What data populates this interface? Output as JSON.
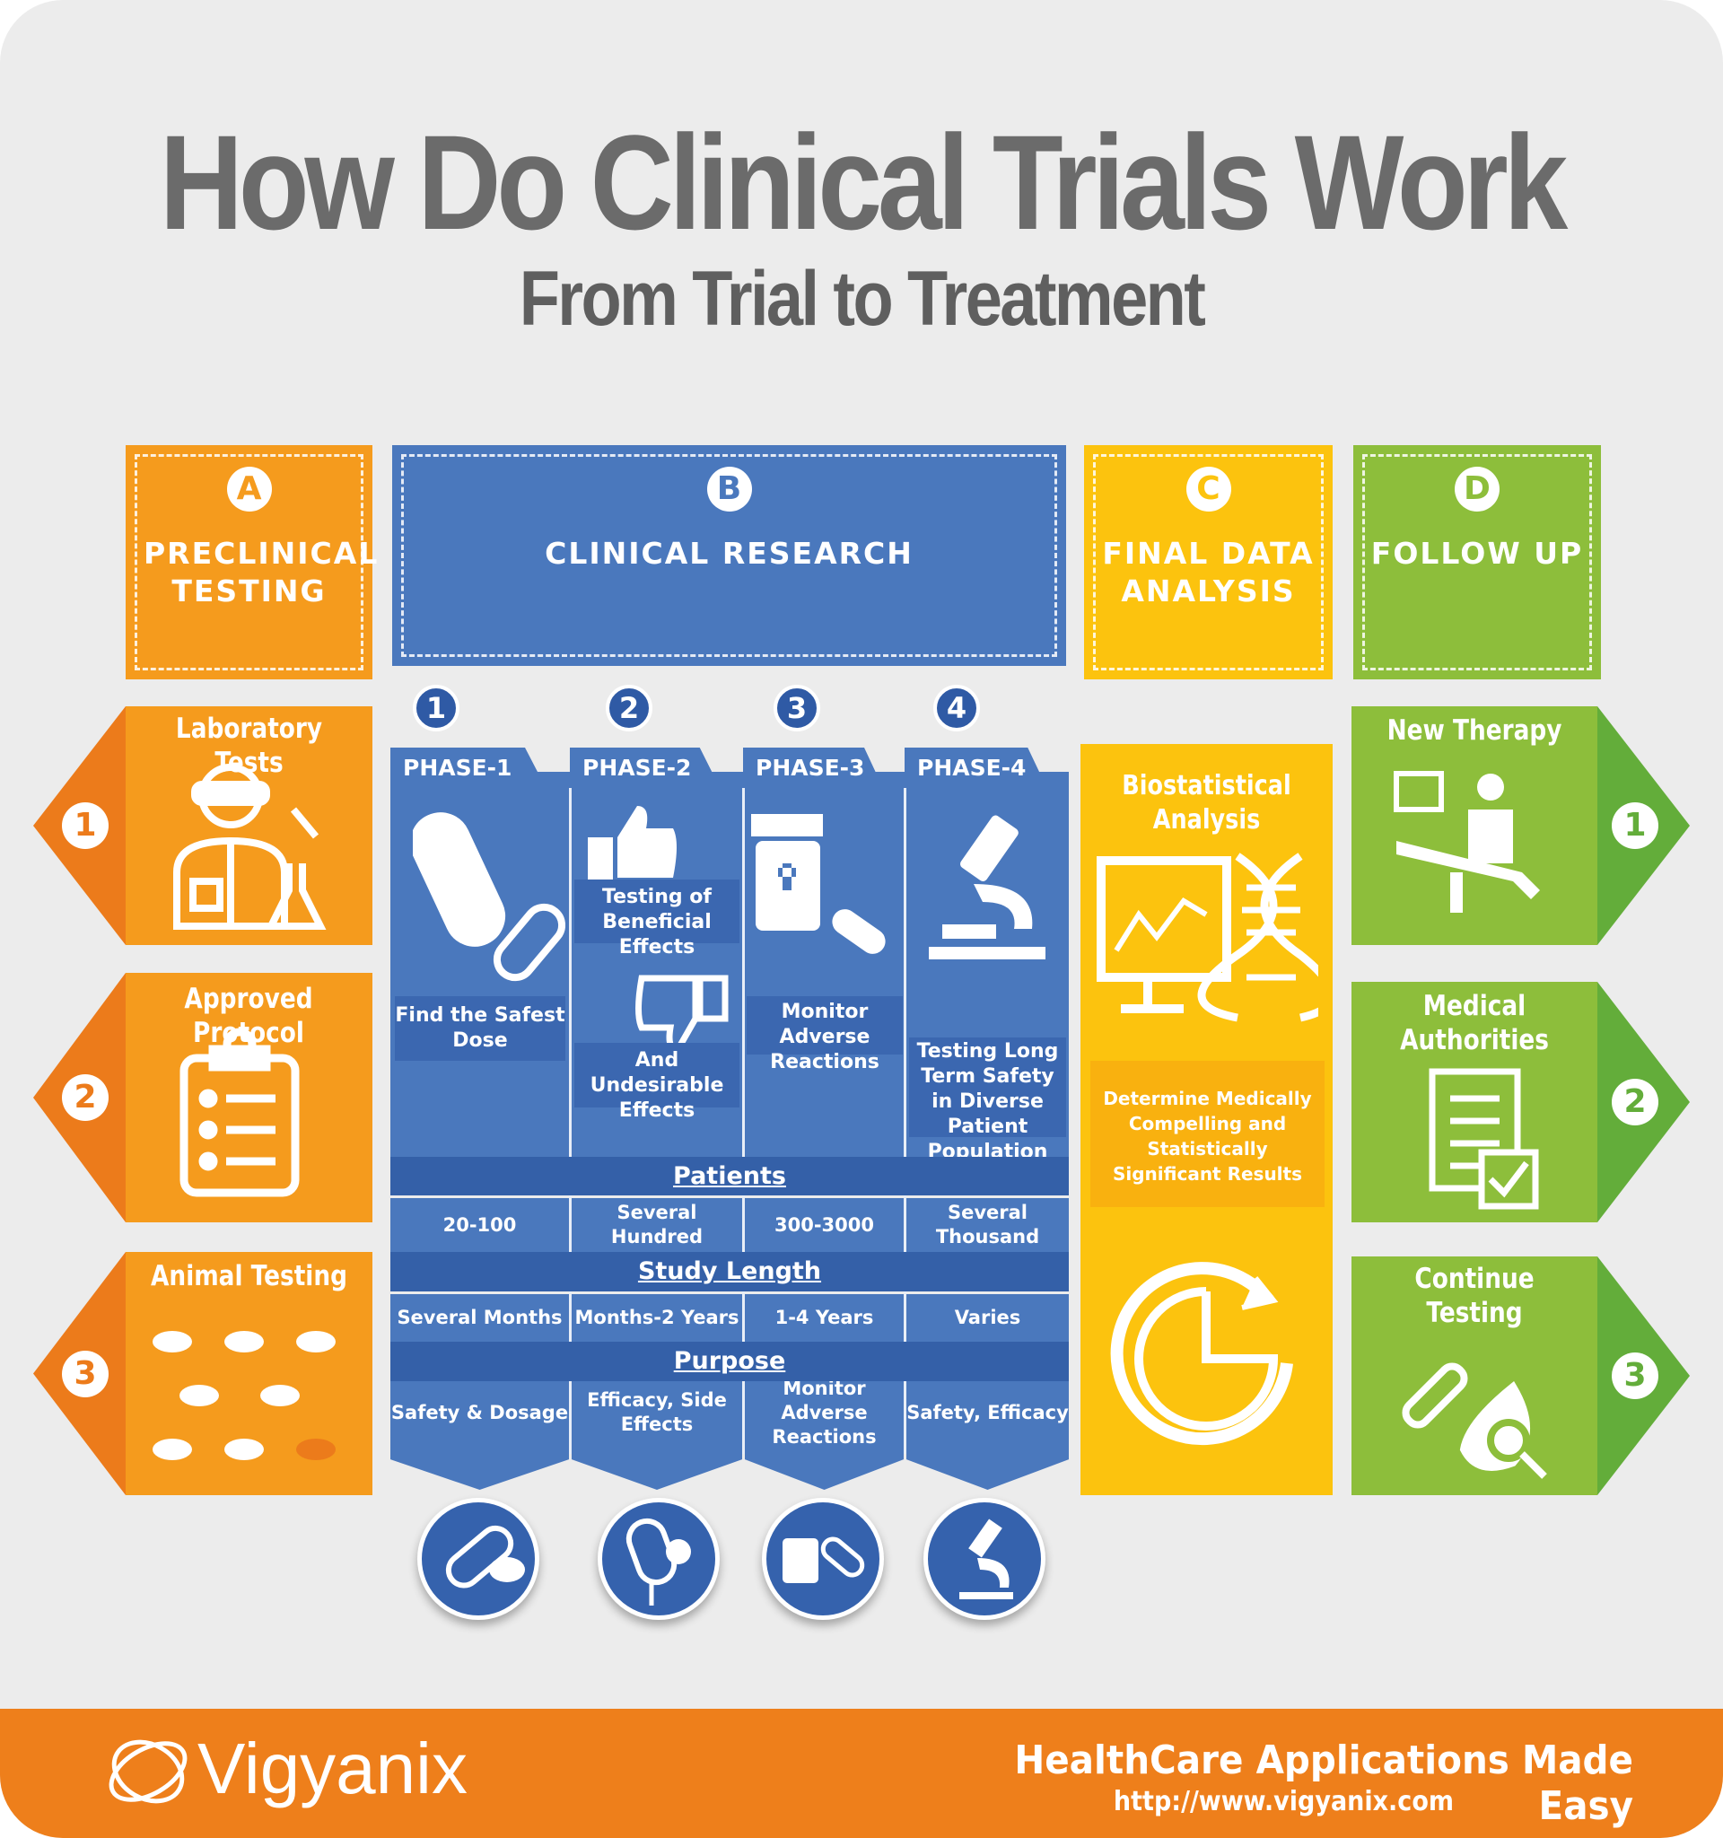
{
  "title": "How Do Clinical Trials Work",
  "subtitle": "From Trial to Treatment",
  "sections": [
    {
      "letter": "A",
      "label": "PRECLINICAL TESTING",
      "color": "#f59b1d"
    },
    {
      "letter": "B",
      "label": "CLINICAL RESEARCH",
      "color": "#4a78bd"
    },
    {
      "letter": "C",
      "label": "FINAL DATA ANALYSIS",
      "color": "#fcc30e"
    },
    {
      "letter": "D",
      "label": "FOLLOW UP",
      "color": "#8dbe3b"
    }
  ],
  "preclinical": [
    {
      "num": "1",
      "label": "Laboratory Tests",
      "icon": "scientist-icon"
    },
    {
      "num": "2",
      "label": "Approved Protocol",
      "icon": "clipboard-icon"
    },
    {
      "num": "3",
      "label": "Animal Testing",
      "icon": "mice-icon"
    }
  ],
  "phases": [
    {
      "num": "1",
      "tab": "PHASE-1",
      "text": "Find the Safest Dose",
      "patients": "20-100",
      "length": "Several Months",
      "purpose": "Safety & Dosage"
    },
    {
      "num": "2",
      "tab": "PHASE-2",
      "text": "Testing of Beneficial Effects",
      "text2": "And Undesirable Effects",
      "patients": "Several Hundred",
      "length": "Months-2 Years",
      "purpose": "Efficacy, Side Effects"
    },
    {
      "num": "3",
      "tab": "PHASE-3",
      "text": "Monitor Adverse Reactions",
      "patients": "300-3000",
      "length": "1-4 Years",
      "purpose": "Monitor Adverse Reactions"
    },
    {
      "num": "4",
      "tab": "PHASE-4",
      "text": "Testing Long Term Safety in Diverse Patient Population",
      "patients": "Several Thousand",
      "length": "Varies",
      "purpose": "Safety, Efficacy"
    }
  ],
  "rows": {
    "patients": "Patients",
    "length": "Study Length",
    "purpose": "Purpose"
  },
  "analysis": {
    "title": "Biostatistical Analysis",
    "text": "Determine Medically Compelling and Statistically Significant Results"
  },
  "followup": [
    {
      "num": "1",
      "label": "New Therapy"
    },
    {
      "num": "2",
      "label": "Medical Authorities"
    },
    {
      "num": "3",
      "label": "Continue Testing"
    }
  ],
  "footer": {
    "brand": "Vigyanix",
    "tagline": "HealthCare Applications Made Easy",
    "url": "http://www.vigyanix.com"
  }
}
